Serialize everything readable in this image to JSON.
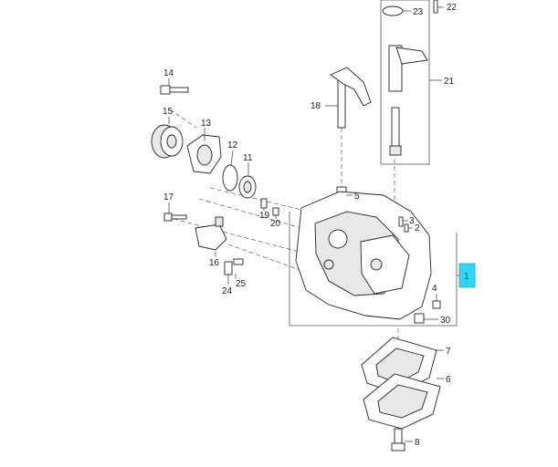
{
  "callouts": {
    "c1": "1",
    "c2": "2",
    "c3": "3",
    "c4": "4",
    "c5": "5",
    "c6": "6",
    "c7": "7",
    "c8": "8",
    "c11": "11",
    "c12": "12",
    "c13": "13",
    "c14": "14",
    "c15": "15",
    "c16": "16",
    "c17": "17",
    "c18": "18",
    "c19": "19",
    "c20": "20",
    "c21": "21",
    "c22": "22",
    "c23": "23",
    "c24": "24",
    "c25": "25",
    "c30": "30"
  },
  "highlight": {
    "label": "1",
    "color": "#33d4f2"
  }
}
